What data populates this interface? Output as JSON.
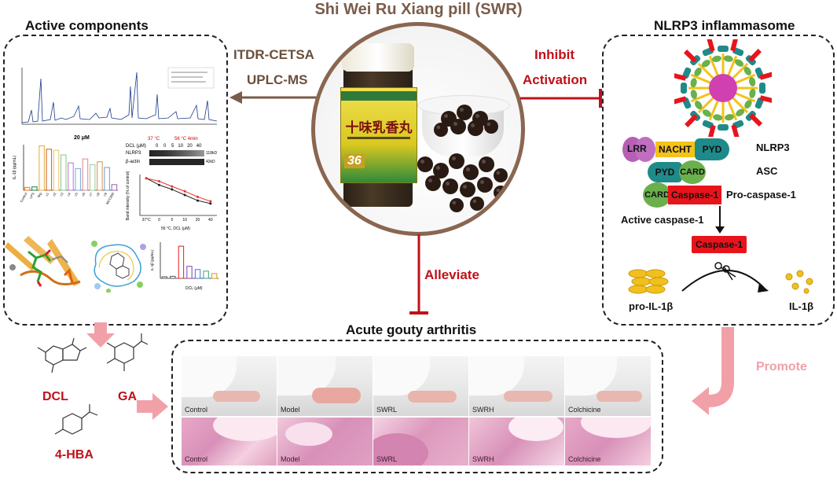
{
  "title": "Shi Wei Ru Xiang pill (SWR)",
  "left_panel": {
    "heading": "Active components",
    "chart_small": {
      "header": "20 μM",
      "ylabel": "IL-1β (pg/mL)",
      "categories": [
        "Control",
        "LPS",
        "Nig",
        "c1",
        "c2",
        "c3",
        "c4",
        "c5",
        "c6",
        "c7",
        "c8",
        "c9",
        "MCC950"
      ],
      "values": [
        5,
        6,
        78,
        72,
        70,
        62,
        48,
        38,
        55,
        45,
        50,
        40,
        10
      ]
    },
    "western": {
      "temps": [
        "37 °C",
        "56 °C 4min"
      ],
      "dcl_label": "DCL (μM)",
      "doses": [
        "0",
        "0",
        "5",
        "10",
        "20",
        "40"
      ],
      "rows": [
        "NLRP3",
        "β-actin"
      ],
      "sizes": [
        "118kD",
        "42kD"
      ]
    },
    "line_chart": {
      "ylabel": "Band intensity (% of control)",
      "xlabel": "56 °C, DCL (μM)",
      "x": [
        "37°C",
        "0",
        "5",
        "10",
        "20",
        "40"
      ],
      "series": [
        {
          "values": [
            100,
            82,
            70,
            55,
            40,
            32
          ]
        },
        {
          "values": [
            100,
            92,
            78,
            65,
            50,
            38
          ]
        }
      ]
    },
    "bar_chart_bottom": {
      "ylabel": "IL-1β (pg/mL)",
      "xlabel": "DCL (μM)",
      "values": [
        4,
        5,
        80,
        30,
        22,
        18,
        12
      ]
    }
  },
  "methods": [
    "ITDR-CETSA",
    "UPLC-MS"
  ],
  "center": {
    "inhibit": "Inhibit",
    "activation": "Activation",
    "alleviate": "Alleviate",
    "bottle_text": "十味乳香丸",
    "bottle_num": "36"
  },
  "right_panel": {
    "heading": "NLRP3 inflammasome",
    "lrr": "LRR",
    "nacht": "NACHT",
    "pyd": "PYD",
    "nlrp3": "NLRP3",
    "asc_pyd": "PYD",
    "asc_card": "CARD",
    "asc": "ASC",
    "procasp_card": "CARD",
    "procasp_caspase": "Caspase-1",
    "procasp": "Pro-caspase-1",
    "active": "Active caspase-1",
    "caspase_box": "Caspase-1",
    "pro_il": "pro-IL-1β",
    "il": "IL-1β"
  },
  "chemicals": [
    "DCL",
    "GA",
    "4-HBA"
  ],
  "bottom": {
    "heading": "Acute gouty arthritis",
    "groups": [
      "Control",
      "Model",
      "SWRL",
      "SWRH",
      "Colchicine"
    ]
  },
  "promote": "Promote",
  "colors": {
    "brown": "#7a5c4a",
    "red": "#c0101a",
    "pink": "#f2a0a8",
    "caspase": "#e8141c",
    "pyd": "#1f8a8a",
    "card": "#6ab04c",
    "lrr": "#b65fb4",
    "nacht": "#f4c21a"
  }
}
